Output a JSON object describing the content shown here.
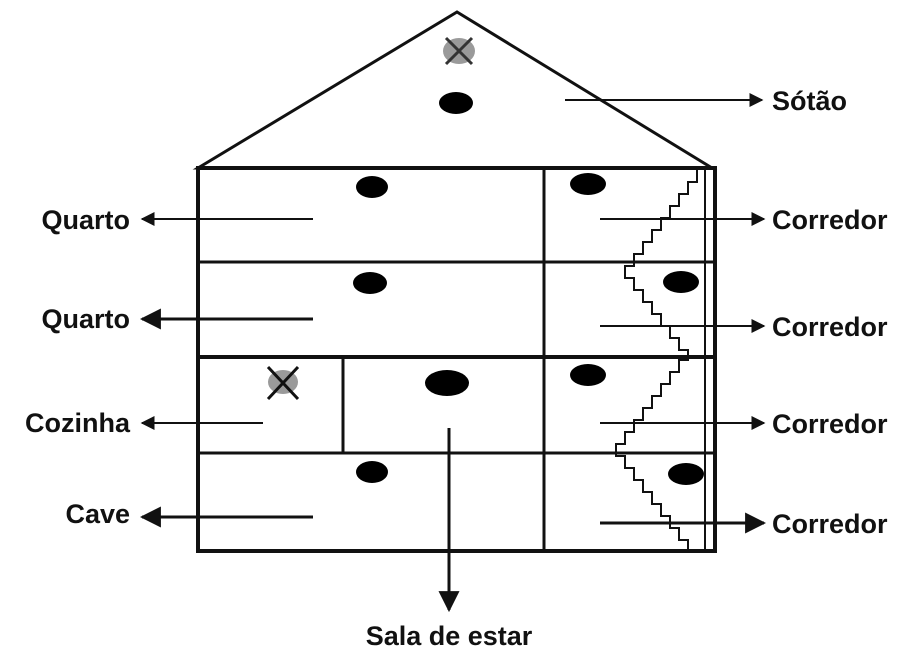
{
  "labels": {
    "sotao": "Sótão",
    "quarto_1": "Quarto",
    "quarto_2": "Quarto",
    "cozinha": "Cozinha",
    "cave": "Cave",
    "corredor_1": "Corredor",
    "corredor_2": "Corredor",
    "corredor_3": "Corredor",
    "corredor_4": "Corredor",
    "sala_de_estar": "Sala de estar"
  },
  "colors": {
    "line": "#111111",
    "dot": "#000000",
    "marker_bg": "#9a9a9a",
    "background": "#ffffff"
  }
}
